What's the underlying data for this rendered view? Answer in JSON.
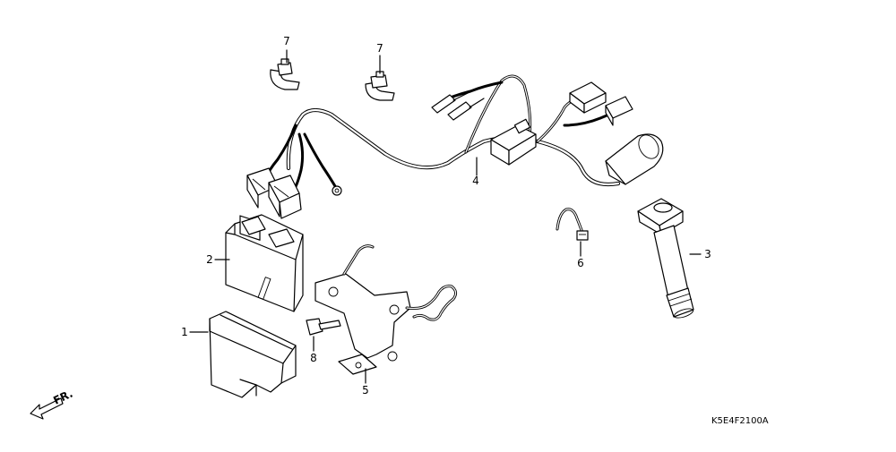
{
  "diagram": {
    "callouts": [
      {
        "id": "1",
        "label": "1"
      },
      {
        "id": "2",
        "label": "2"
      },
      {
        "id": "3",
        "label": "3"
      },
      {
        "id": "4",
        "label": "4"
      },
      {
        "id": "5",
        "label": "5"
      },
      {
        "id": "6",
        "label": "6"
      },
      {
        "id": "7a",
        "label": "7"
      },
      {
        "id": "7b",
        "label": "7"
      },
      {
        "id": "8",
        "label": "8"
      }
    ],
    "front_indicator": "FR.",
    "drawing_code": "K5E4F2100A"
  }
}
